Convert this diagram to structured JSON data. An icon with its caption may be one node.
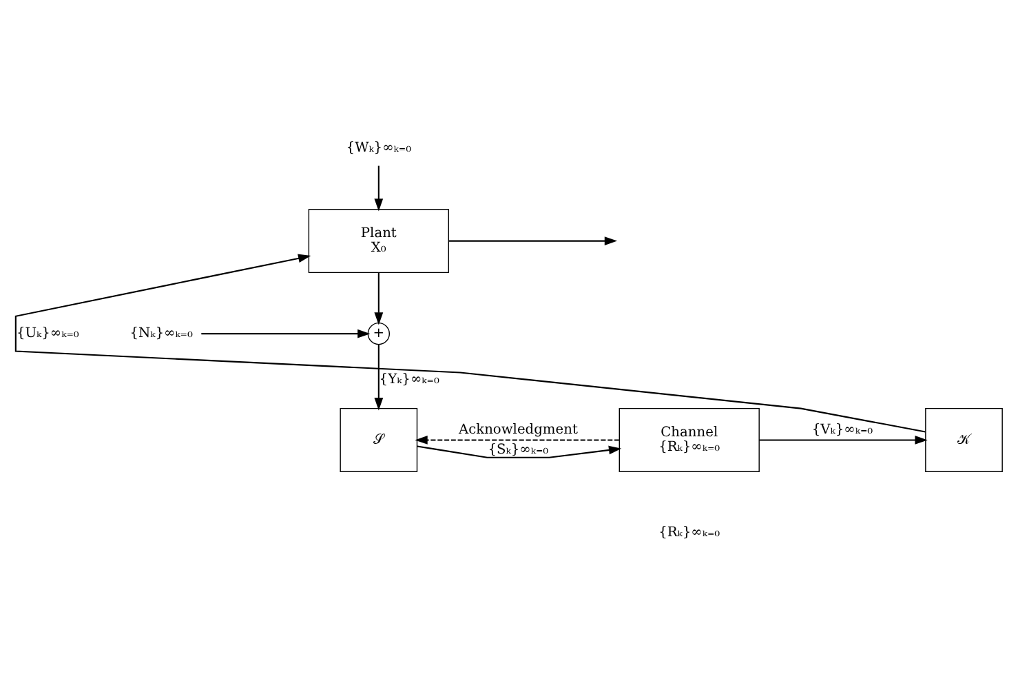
{
  "diagram": {
    "nodes": [
      {
        "text": [
          "{Wₖ}∞ₖ₌₀"
        ]
      },
      {
        "text": [
          "Plant",
          "X₀"
        ]
      },
      {
        "text": [
          "+"
        ]
      },
      {
        "text": [
          "{Nₖ}∞ₖ₌₀"
        ]
      },
      {
        "text": [
          "𝒮"
        ]
      },
      {
        "text": [
          "Channel",
          "{Rₖ}∞ₖ₌₀"
        ]
      },
      {
        "text": [
          "𝒦"
        ]
      }
    ],
    "edges": [
      {
        "from": 0,
        "to": 1,
        "arrow": "to"
      },
      {
        "from": 1,
        "to": null,
        "arrow": "to"
      },
      {
        "from": 1,
        "to": 2,
        "arrow": "to"
      },
      {
        "from": 3,
        "to": 2,
        "arrow": "to"
      },
      {
        "from": 2,
        "to": 4,
        "arrow": "to",
        "label": "{Yₖ}∞ₖ₌₀"
      },
      {
        "from": 4,
        "to": 5,
        "arrow": "to",
        "label": "{Sₖ}∞ₖ₌₀"
      },
      {
        "from": 5,
        "to": 6,
        "arrow": "to",
        "label": "{Vₖ}∞ₖ₌₀"
      },
      {
        "from": 6,
        "to": 1,
        "arrow": "to",
        "label": "{Uₖ}∞ₖ₌₀"
      },
      {
        "from": 5,
        "to": 4,
        "arrow": "to",
        "style": "dashed",
        "label": "Acknowledgment"
      }
    ],
    "labels": [
      "{Rₖ}∞ₖ₌₀"
    ]
  }
}
